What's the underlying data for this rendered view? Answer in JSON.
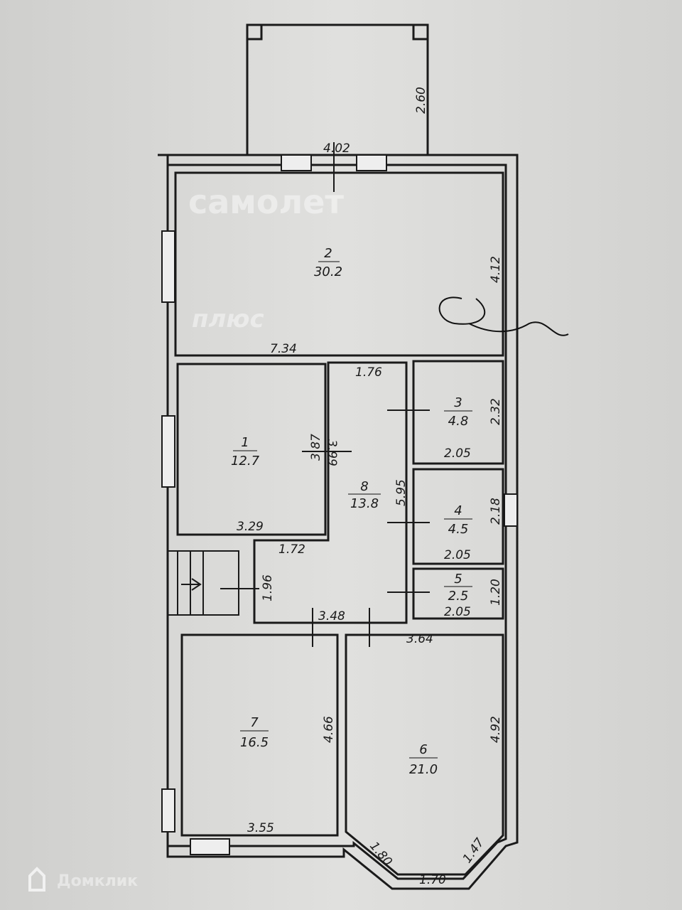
{
  "rooms": [
    {
      "number": "2",
      "area": "30.2"
    },
    {
      "number": "1",
      "area": "12.7"
    },
    {
      "number": "8",
      "area": "13.8"
    },
    {
      "number": "3",
      "area": "4.8"
    },
    {
      "number": "4",
      "area": "4.5"
    },
    {
      "number": "5",
      "area": "2.5"
    },
    {
      "number": "7",
      "area": "16.5"
    },
    {
      "number": "6",
      "area": "21.0"
    }
  ],
  "dims": {
    "terrace_depth": "2.60",
    "terrace_width": "4.02",
    "r2_width": "7.34",
    "r2_depth": "4.12",
    "r1_depth": "3.87",
    "r1_width": "3.29",
    "r8_top": "1.76",
    "r8_depth": "3.99",
    "r8_len": "5.95",
    "r8_mid": "1.72",
    "stair": "1.96",
    "r8_bottom": "3.48",
    "r3_depth": "2.32",
    "r3_width": "2.05",
    "r4_depth": "2.18",
    "r4_width": "2.05",
    "r5_depth": "1.20",
    "r5_width": "2.05",
    "r7_depth": "4.66",
    "r7_width": "3.55",
    "r6_width": "3.64",
    "r6_depth": "4.92",
    "bay_left": "1.80",
    "bay_mid": "1.70",
    "bay_right": "1.47"
  },
  "watermarks": {
    "samolet": "самолет",
    "plus": "плюс",
    "domclick": "Домклик"
  }
}
